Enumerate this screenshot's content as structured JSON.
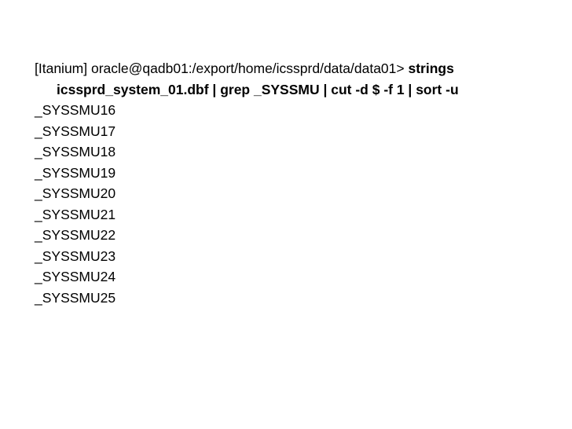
{
  "prompt": "[Itanium] oracle@qadb01:/export/home/icssprd/data/data01>",
  "command": "strings icssprd_system_01.dbf | grep _SYSSMU | cut -d $ -f 1 | sort -u",
  "output_lines": [
    "_SYSSMU16",
    "_SYSSMU17",
    "_SYSSMU18",
    "_SYSSMU19",
    "_SYSSMU20",
    "_SYSSMU21",
    "_SYSSMU22",
    "_SYSSMU23",
    "_SYSSMU24",
    "_SYSSMU25"
  ]
}
